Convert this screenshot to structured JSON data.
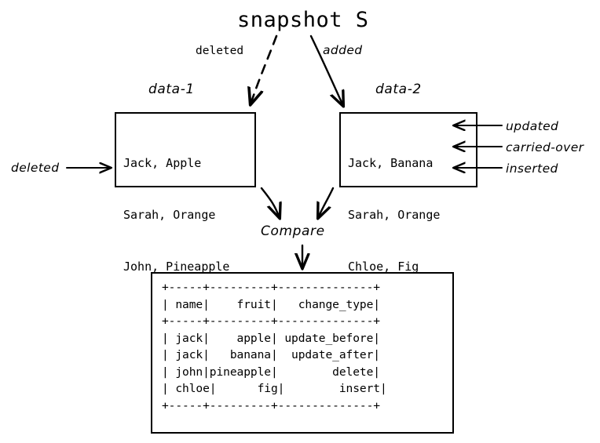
{
  "diagram": {
    "title": "snapshot S",
    "source_labels": {
      "deleted": "deleted",
      "added": "added"
    },
    "left_annotation": "deleted",
    "compare_label": "Compare",
    "data1": {
      "caption": "data-1",
      "rows": [
        "Jack, Apple",
        "Sarah, Orange",
        "John, Pineapple"
      ]
    },
    "data2": {
      "caption": "data-2",
      "rows": [
        "Jack, Banana",
        "Sarah, Orange",
        "Chloe, Fig"
      ],
      "annotations": [
        "updated",
        "carried-over",
        "inserted"
      ]
    },
    "result": {
      "columns": [
        "name",
        "fruit",
        "change_type"
      ],
      "rows": [
        [
          "jack",
          "apple",
          "update_before"
        ],
        [
          "jack",
          "banana",
          "update_after"
        ],
        [
          "john",
          "pineapple",
          "delete"
        ],
        [
          "chloe",
          "fig",
          "insert"
        ]
      ],
      "ascii": "+-----+---------+--------------+\n| name|    fruit|   change_type|\n+-----+---------+--------------+\n| jack|    apple| update_before|\n| jack|   banana|  update_after|\n| john|pineapple|        delete|\n| chloe|      fig|        insert|\n+-----+---------+--------------+"
    },
    "colors": {
      "stroke": "#000000",
      "background": "#ffffff"
    }
  }
}
